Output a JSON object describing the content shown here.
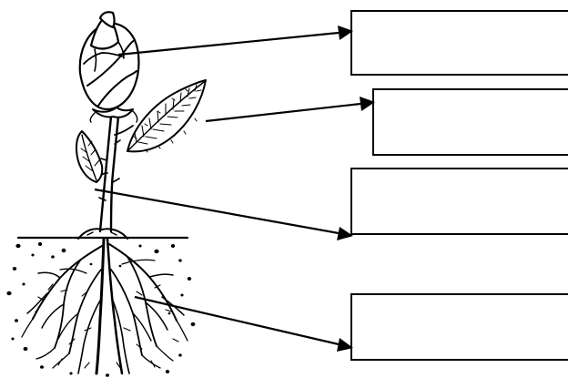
{
  "diagram": {
    "labels": [
      {
        "id": "flower",
        "text": ""
      },
      {
        "id": "leaf",
        "text": ""
      },
      {
        "id": "stem",
        "text": ""
      },
      {
        "id": "root",
        "text": ""
      }
    ]
  }
}
